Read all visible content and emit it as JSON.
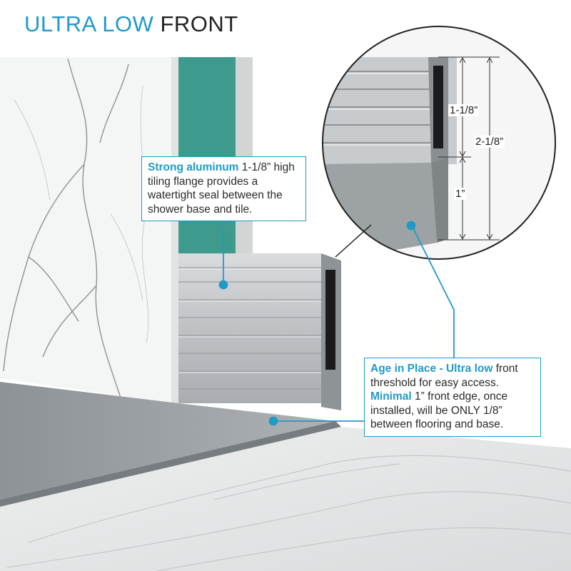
{
  "title": {
    "part_a": "ULTRA LOW",
    "part_b": "FRONT"
  },
  "callouts": {
    "flange": {
      "bold": "Strong aluminum",
      "text": " 1-1/8” high tiling flange provides a watertight seal between the shower base and tile."
    },
    "threshold": {
      "bold1": "Age in Place - Ultra low",
      "text1": " front threshold for easy access.",
      "bold2": "Minimal",
      "text2": " 1” front edge, once installed, will be ONLY 1/8” between flooring and base."
    }
  },
  "dimensions": {
    "flange": "1-1/8”",
    "total": "2-1/8”",
    "edge": "1”"
  },
  "colors": {
    "accent": "#1f9ac9",
    "membrane": "#3e9a8c",
    "aluminum": "#c2c5c8",
    "floor_tile": "#e6e7e7",
    "base_tile": "#9ea3a6"
  }
}
